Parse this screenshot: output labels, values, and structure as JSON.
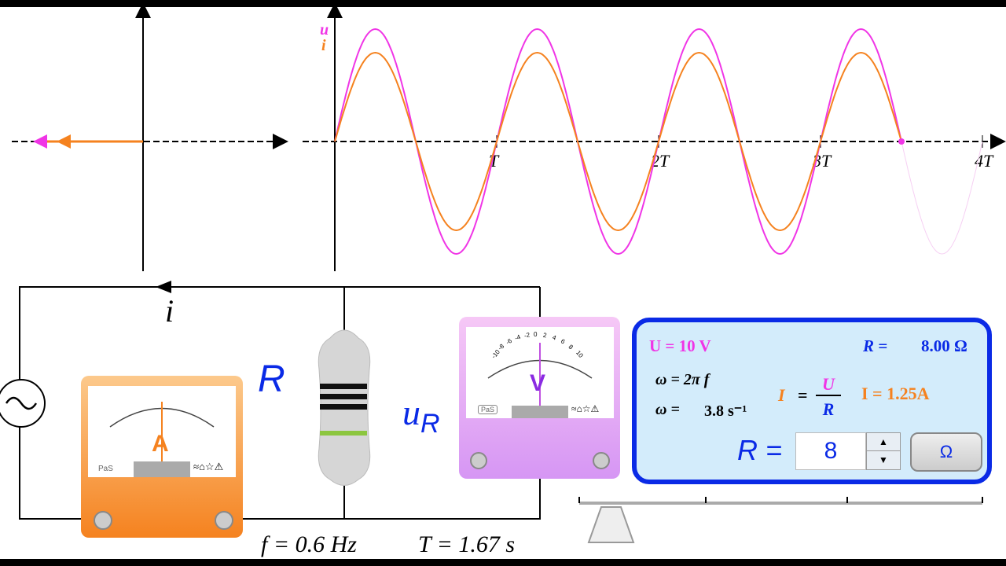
{
  "graph": {
    "u_label": "u",
    "i_label": "i",
    "ticks": [
      "T",
      "2T",
      "3T",
      "4T"
    ],
    "u_amplitude": 10,
    "i_amplitude": 1.25,
    "periods_drawn": 3.5,
    "periods_axis": 4
  },
  "colors": {
    "u": "#f035e6",
    "i": "#f5821f",
    "blue": "#0a2ae6"
  },
  "circuit": {
    "current_label": "i",
    "resistor_label": "R",
    "voltage_label_main": "u",
    "voltage_label_sub": "R"
  },
  "ammeter": {
    "unit": "A",
    "brand": "PaS",
    "symbols": "≈⌂☆⚠"
  },
  "voltmeter": {
    "unit": "V",
    "brand": "PaS",
    "symbols": "≈⌂☆⚠",
    "scale": [
      "-10",
      "-8",
      "-6",
      "-4",
      "-2",
      "0",
      "2",
      "4",
      "6",
      "8",
      "10"
    ],
    "reading": 0
  },
  "panel": {
    "U": "U = 10 V",
    "R_label": "R =",
    "R_value": "8.00 Ω",
    "omega_formula": "ω = 2π f",
    "omega_label": "ω =",
    "omega_value": "3.8 s⁻¹",
    "I_label": "I",
    "eq": "=",
    "frac_num": "U",
    "frac_den": "R",
    "I_value": "I = 1.25A",
    "R_input_label": "R =",
    "R_input": "8",
    "unit_button": "Ω"
  },
  "footer": {
    "f": "f =  0.6 Hz",
    "T": "T = 1.67 s"
  }
}
